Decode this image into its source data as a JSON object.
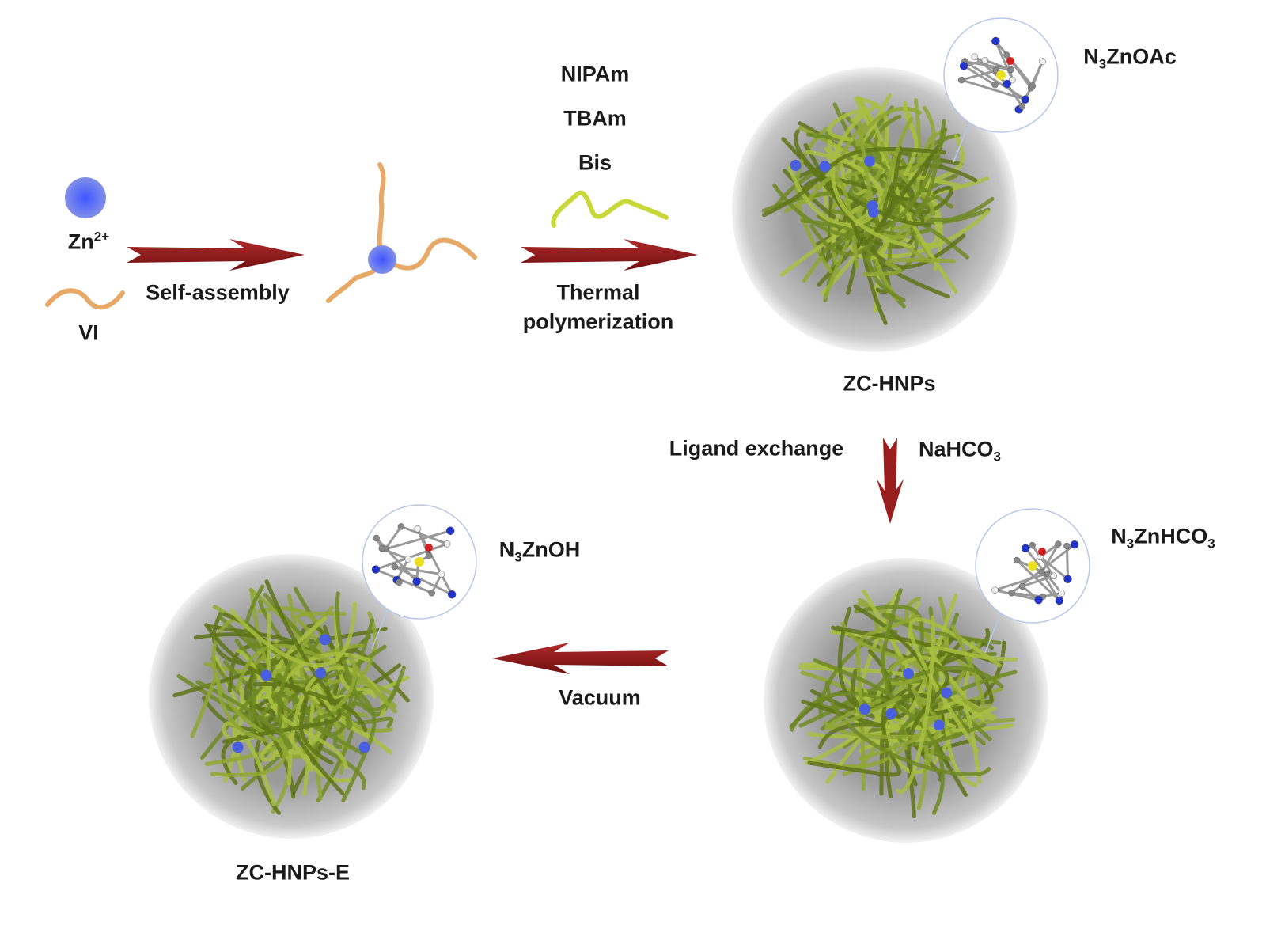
{
  "labels": {
    "zn": {
      "base": "Zn",
      "sup": "2+"
    },
    "vi": "VI",
    "self_assembly": "Self-assembly",
    "nipam": "NIPAm",
    "tbam": "TBAm",
    "bis": "Bis",
    "thermal": "Thermal",
    "polymerization": "polymerization",
    "zc_hnps": "ZC-HNPs",
    "n3znoac": {
      "a": "N",
      "sub": "3",
      "b": "ZnOAc"
    },
    "ligand_exchange": "Ligand exchange",
    "nahco3": {
      "a": "NaHCO",
      "sub": "3"
    },
    "n3znhco3": {
      "a": "N",
      "sub": "3",
      "b": "ZnHCO",
      "sub2": "3"
    },
    "n3znoh": {
      "a": "N",
      "sub": "3",
      "b": "ZnOH"
    },
    "vacuum": "Vacuum",
    "zc_hnps_e": "ZC-HNPs-E"
  },
  "colors": {
    "arrow": "#8b1a1a",
    "zn_ion": "#5a6ef0",
    "vi_chain": "#e8a866",
    "polymer": "#8fa832",
    "crosslinker": "#c8d838",
    "shell": "#d0d0d0"
  }
}
